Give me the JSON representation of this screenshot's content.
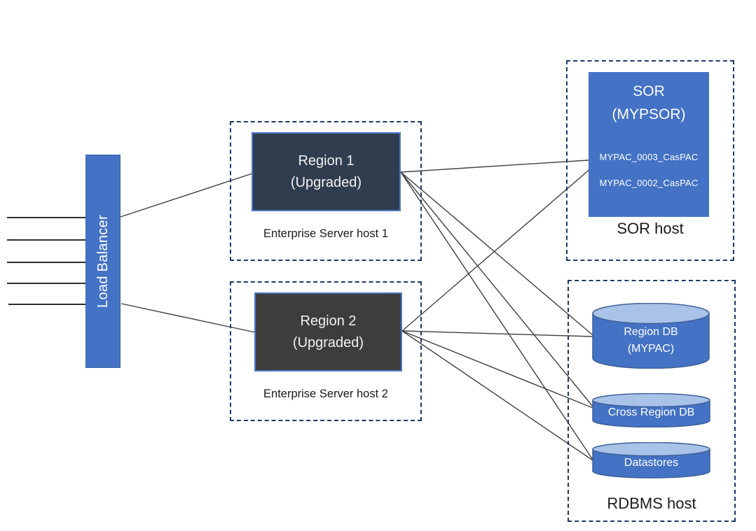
{
  "load_balancer": {
    "label": "Load Balancer"
  },
  "enterprise_host_1": {
    "region_line1": "Region 1",
    "region_line2": "(Upgraded)",
    "label": "Enterprise Server host 1"
  },
  "enterprise_host_2": {
    "region_line1": "Region 2",
    "region_line2": "(Upgraded)",
    "label": "Enterprise Server host 2"
  },
  "sor_host": {
    "sor_line1": "SOR",
    "sor_line2": "(MYPSOR)",
    "pac_1": "MYPAC_0003_CasPAC",
    "pac_2": "MYPAC_0002_CasPAC",
    "label": "SOR host"
  },
  "rdbms_host": {
    "region_db_line1": "Region DB",
    "region_db_line2": "(MYPAC)",
    "cross_region_db": "Cross Region DB",
    "datastores": "Datastores",
    "label": "RDBMS host"
  },
  "colors": {
    "accent_blue": "#4472C4",
    "cylinder_top_blue": "#A9C2E8",
    "cylinder_edge_blue": "#3E6096",
    "region1_fill": "#303D4F",
    "region2_fill": "#3D3D3D",
    "dashed_border_navy": "#1F3864",
    "connector_line": "#404040"
  }
}
